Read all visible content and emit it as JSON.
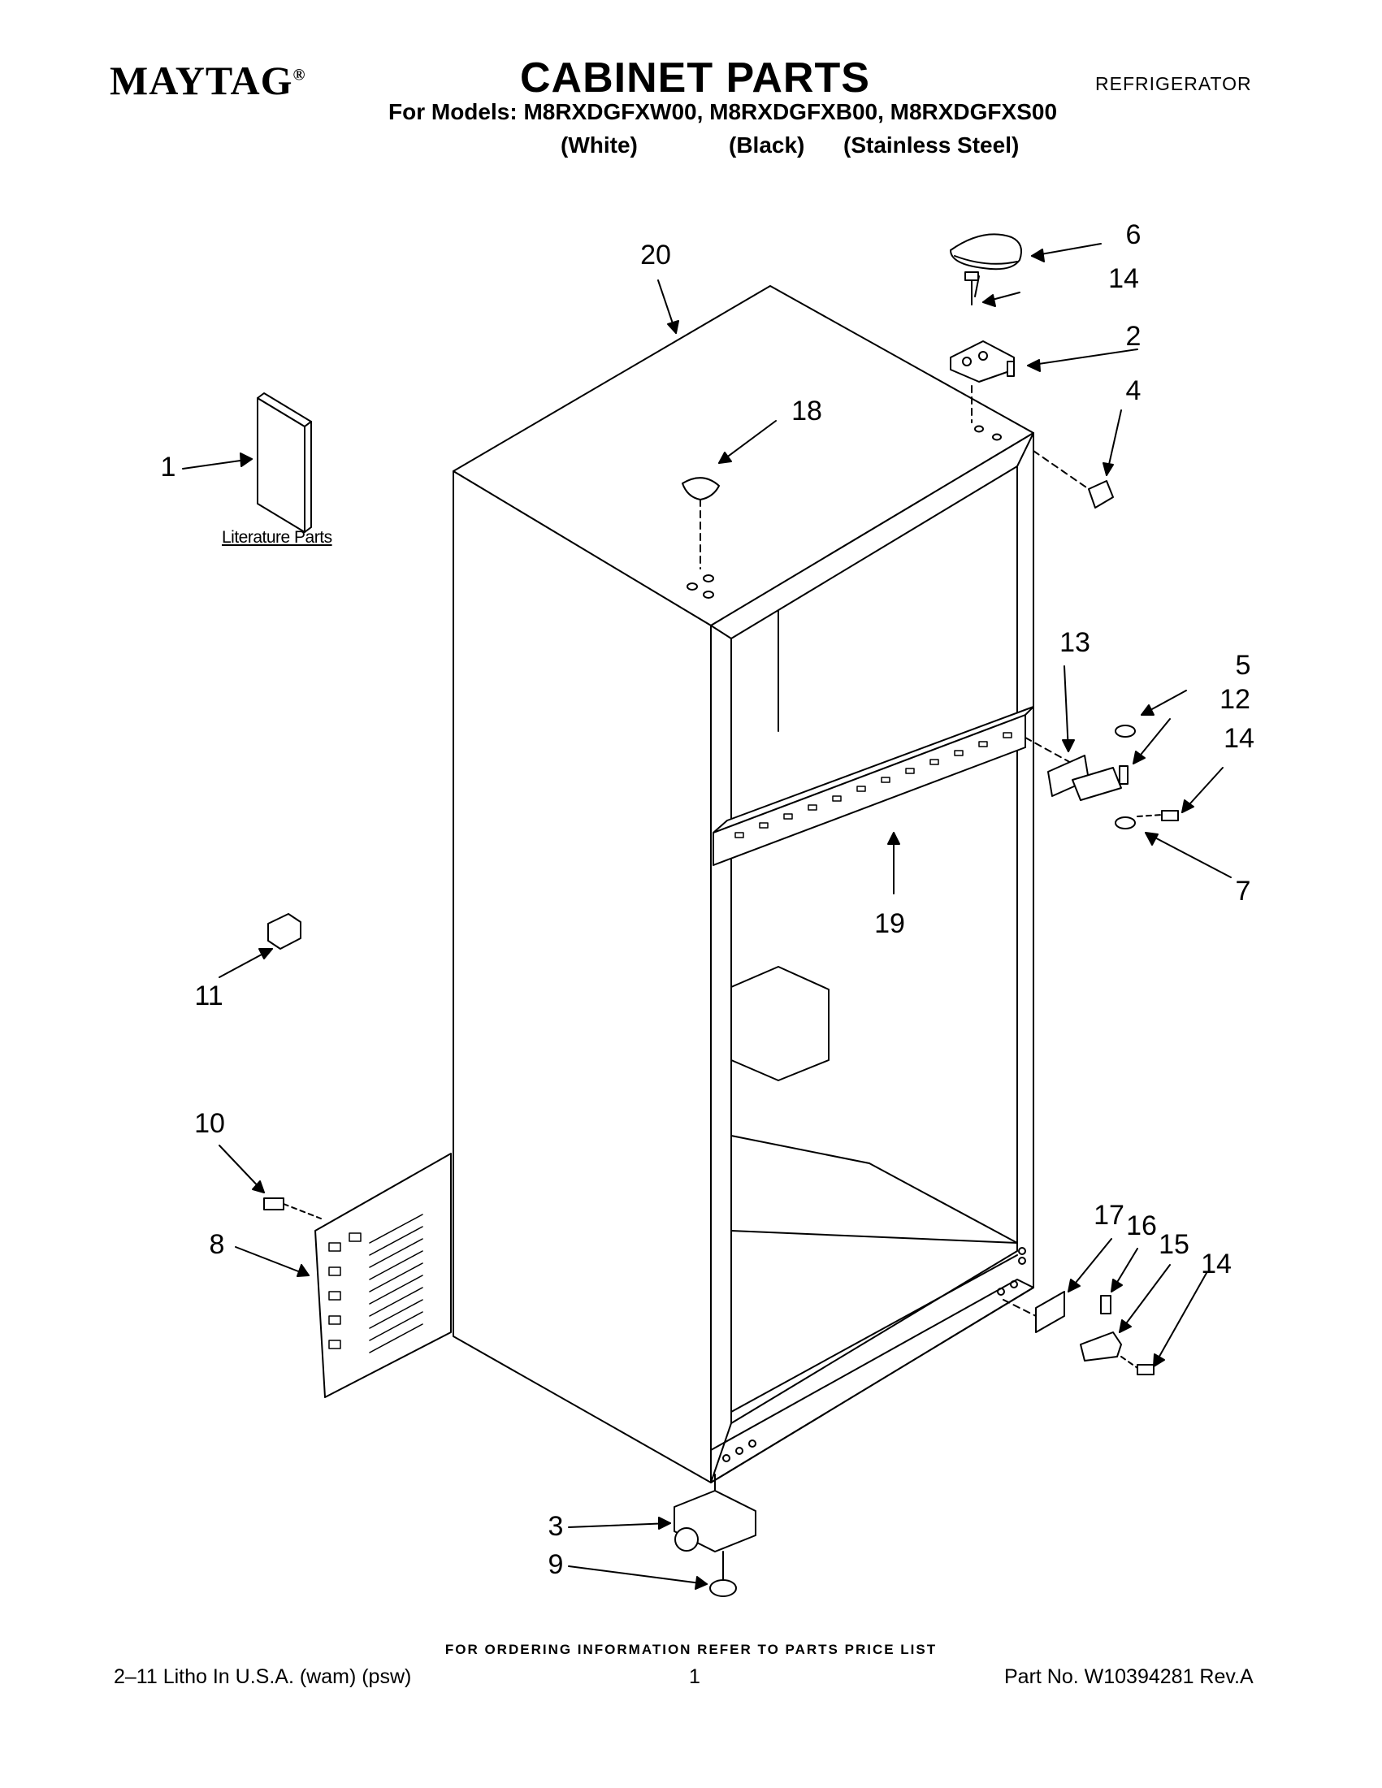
{
  "header": {
    "brand": "MAYTAG",
    "brand_mark": "®",
    "title": "CABINET PARTS",
    "category": "REFRIGERATOR",
    "models_line": "For Models: M8RXDGFXW00, M8RXDGFXB00, M8RXDGFXS00",
    "variants": [
      "(White)",
      "(Black)",
      "(Stainless Steel)"
    ]
  },
  "literature_label": "Literature Parts",
  "callouts": [
    "1",
    "2",
    "3",
    "4",
    "5",
    "6",
    "7",
    "8",
    "9",
    "10",
    "11",
    "12",
    "13",
    "14",
    "15",
    "16",
    "17",
    "18",
    "19",
    "20"
  ],
  "footer": {
    "ordering_note": "FOR ORDERING INFORMATION REFER TO PARTS PRICE LIST",
    "litho": "2–11 Litho In U.S.A. (wam) (psw)",
    "page_number": "1",
    "part_number": "Part No. W10394281 Rev.A"
  }
}
